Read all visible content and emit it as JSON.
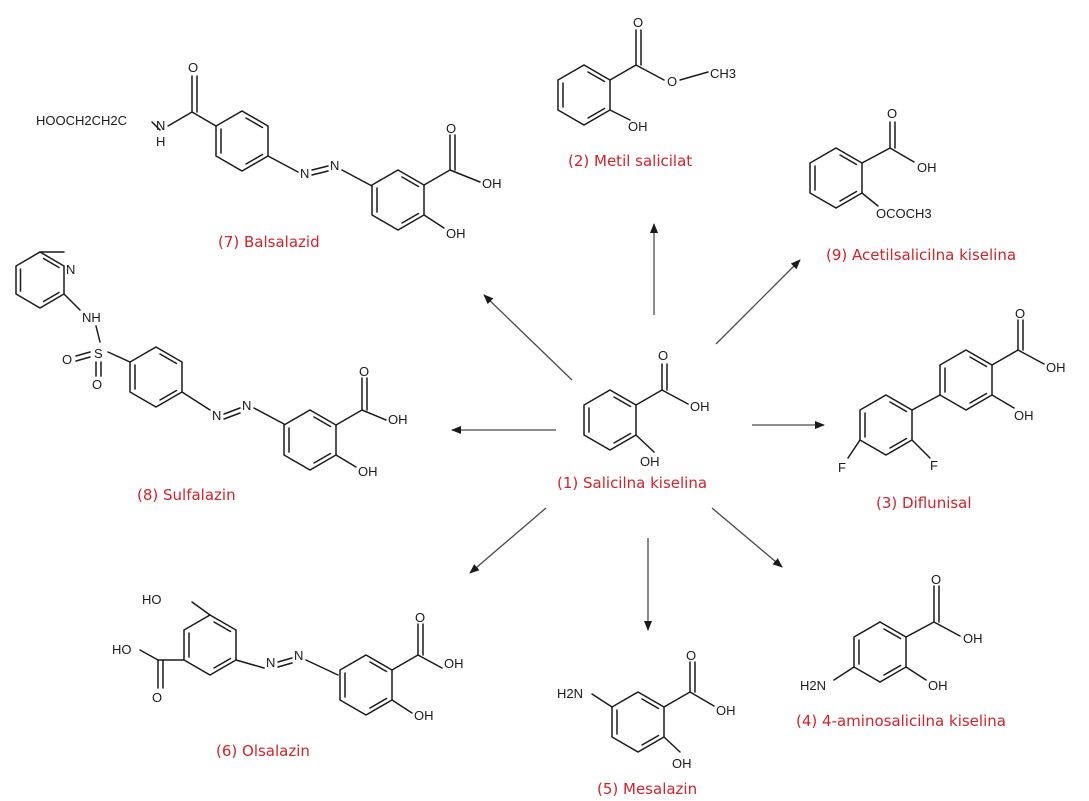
{
  "compounds": [
    {
      "label": "(1) Salicilna kiselina"
    },
    {
      "label": "(2) Metil salicilat"
    },
    {
      "label": "(3) Diflunisal"
    },
    {
      "label": "(4) 4-aminosalicilna kiselina"
    },
    {
      "label": "(5) Mesalazin"
    },
    {
      "label": "(6) Olsalazin"
    },
    {
      "label": "(7) Balsalazid"
    },
    {
      "label": "(8) Sulfalazin"
    },
    {
      "label": "(9) Acetilsalicilna kiselina"
    }
  ],
  "atoms": {
    "O": "O",
    "OH": "OH",
    "HO": "HO",
    "H2N": "H2N",
    "F": "F",
    "N": "N",
    "NH": "NH",
    "S": "S",
    "H": "H",
    "ch3": "CH3",
    "ococh3": "OCOCH3",
    "hoocch2ch2c": "HOOCH2CH2C"
  },
  "colors": {
    "caption": "#d2232a",
    "bond": "#1a1a1a",
    "arrow": "#4a4a4a"
  }
}
